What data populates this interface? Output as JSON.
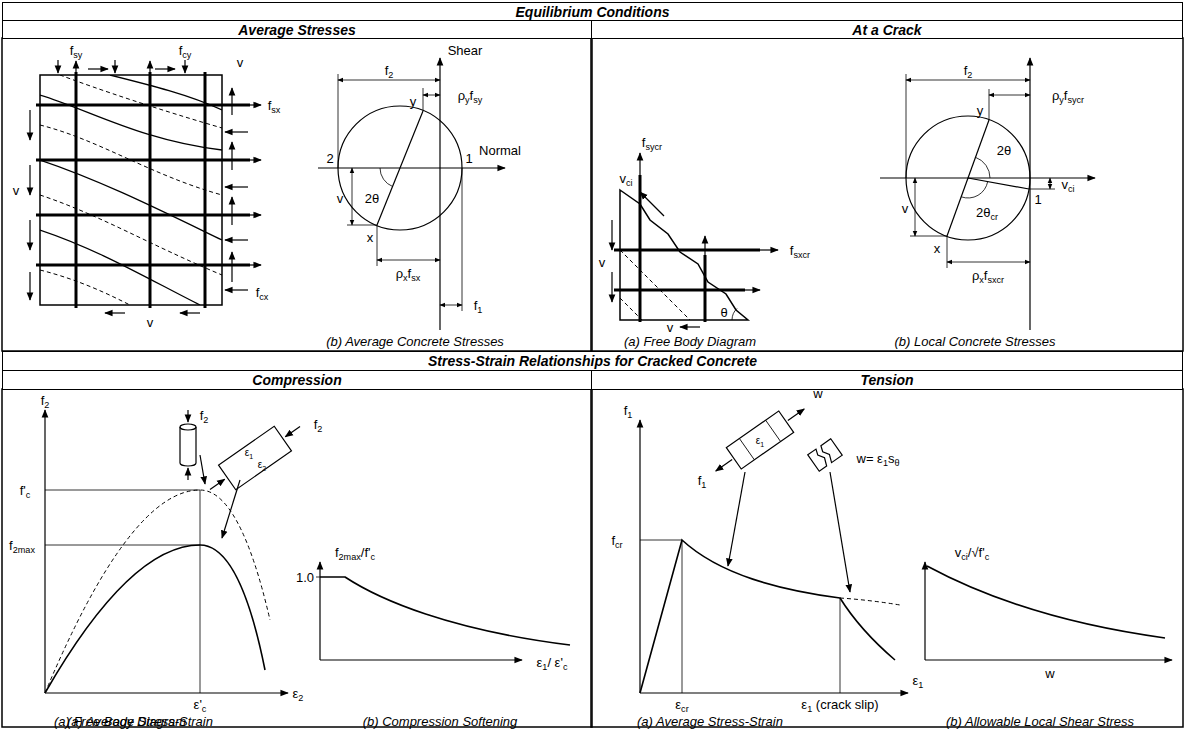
{
  "diagram": {
    "nodes": [
      {
        "text": [
          "Equilibrium Conditions"
        ]
      },
      {
        "text": [
          "Average Stresses"
        ]
      },
      {
        "text": [
          "At a Crack"
        ]
      },
      {
        "text": [
          "Stress-Strain Relationships for Cracked Concrete"
        ]
      },
      {
        "text": [
          "Compression"
        ]
      },
      {
        "text": [
          "Tension"
        ]
      }
    ],
    "labels": [
      "fsy",
      "fcy",
      "v",
      "fsx",
      "v",
      "fcx",
      "v",
      "Shear",
      "f2",
      "y",
      "ρyfsy",
      "2",
      "Normal",
      "1",
      "2θ",
      "v",
      "x",
      "ρxfsx",
      "f1",
      "vci",
      "fsycr",
      "v",
      "fsxcr",
      "θ",
      "v",
      "f2",
      "ρyfsycr",
      "y",
      "2θ",
      "v",
      "2θcr",
      "1",
      "vci",
      "x",
      "ρxfsxcr",
      "f2",
      "f2",
      "f2",
      "ε1",
      "ε2",
      "f'c",
      "f2max",
      "ε'c",
      "ε2",
      "f2max/f'c",
      "1.0",
      "ε1/ ε'c",
      "f1",
      "f1",
      "ε1",
      "w",
      "w= ε1sθ",
      "fcr",
      "εcr",
      "ε1 (crack slip)",
      "ε1",
      "vci/√f'c",
      "w",
      "(a) Free Body Diagram",
      "(b) Average Concrete Stresses",
      "(a) Free Body Diagram",
      "(b) Local Concrete Stresses",
      "(a) Average Stress-Strain",
      "(b) Compression Softening",
      "(a) Average Stress-Strain",
      "(b) Allowable Local Shear Stress"
    ]
  }
}
